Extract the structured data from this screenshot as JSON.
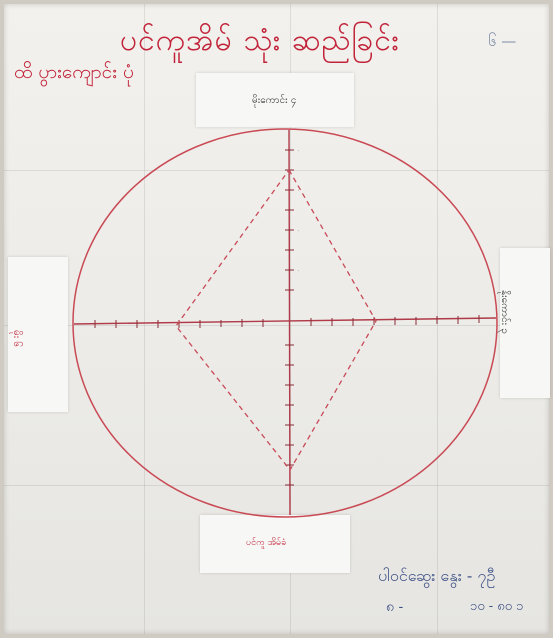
{
  "photo": {
    "subject": "Hand-drawn circle with coordinate axes on folded paper",
    "title_text": "ပင်ကူအိမ် သုံး ဆည်ခြင်း",
    "subtitle_text": "ထိ ပွားကျောင်း ပုံ",
    "page_mark": "၆ —",
    "labels": {
      "top": "မိုးကောင်း ၄",
      "right": "နိုးကောင်း ၃",
      "left": "မိုး ၆",
      "bottom": "ပင်ကူ အိမ်ခံ"
    },
    "signature": {
      "line1": "ပါဝင်ဆွေး နွေး - ၇ဦ",
      "line2": "၈ -",
      "line3": "၁၀ - ၈၀ ၁"
    },
    "colors": {
      "ink_red": "#c1243a",
      "ink_blue": "#3b4f86",
      "paper": "#f3f1ed"
    }
  }
}
